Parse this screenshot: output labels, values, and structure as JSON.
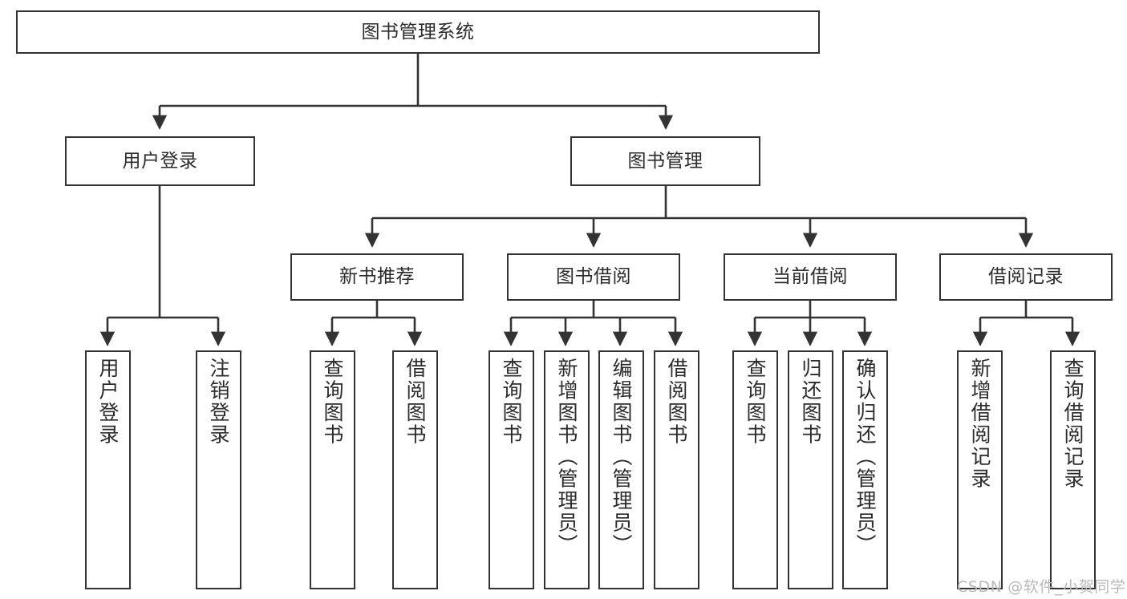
{
  "diagram": {
    "type": "tree",
    "title": "图书管理系统",
    "watermark": "CSDN @软件_小贺同学",
    "colors": {
      "box_border": "#333333",
      "box_fill": "#ffffff",
      "connector": "#333333",
      "text": "#2b2b2b",
      "watermark": "#b9b9b9"
    },
    "levels": {
      "root": {
        "label": "图书管理系统"
      },
      "level2": [
        {
          "label": "用户登录"
        },
        {
          "label": "图书管理"
        }
      ],
      "level3": [
        {
          "label": "新书推荐"
        },
        {
          "label": "图书借阅"
        },
        {
          "label": "当前借阅"
        },
        {
          "label": "借阅记录"
        }
      ],
      "leaves": {
        "user_login": [
          {
            "label": "用户登录"
          },
          {
            "label": "注销登录"
          }
        ],
        "new_book_recommend": [
          {
            "label": "查询图书"
          },
          {
            "label": "借阅图书"
          }
        ],
        "book_borrow": [
          {
            "label": "查询图书"
          },
          {
            "label": "新增图书（管理员）"
          },
          {
            "label": "编辑图书（管理员）"
          },
          {
            "label": "借阅图书"
          }
        ],
        "current_borrow": [
          {
            "label": "查询图书"
          },
          {
            "label": "归还图书"
          },
          {
            "label": "确认归还（管理员）"
          }
        ],
        "borrow_record": [
          {
            "label": "新增借阅记录"
          },
          {
            "label": "查询借阅记录"
          }
        ]
      }
    }
  }
}
